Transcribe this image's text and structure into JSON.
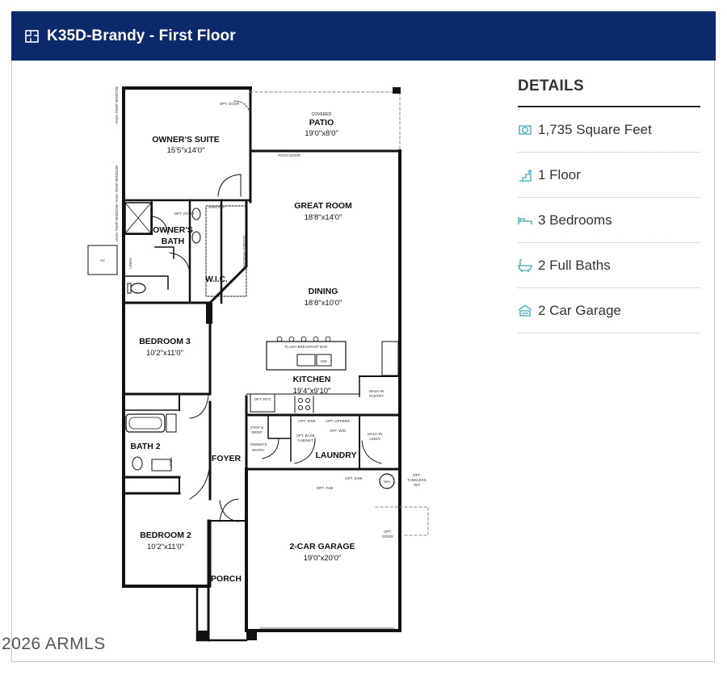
{
  "header": {
    "title": "K35D-Brandy - First Floor",
    "icon": "floorplan-icon",
    "bg_color": "#0c2a6b"
  },
  "details": {
    "heading": "DETAILS",
    "icon_color": "#3aa7b8",
    "items": [
      {
        "icon": "square-feet-icon",
        "label": "1,735 Square Feet"
      },
      {
        "icon": "stairs-icon",
        "label": "1 Floor"
      },
      {
        "icon": "bed-icon",
        "label": "3 Bedrooms"
      },
      {
        "icon": "bath-icon",
        "label": "2 Full Baths"
      },
      {
        "icon": "car-icon",
        "label": "2 Car Garage"
      }
    ]
  },
  "floorplan": {
    "rooms": {
      "owners_suite": {
        "name": "OWNER'S SUITE",
        "dims": "15'5\"x14'0\""
      },
      "patio": {
        "note": "COVERED",
        "name": "PATIO",
        "dims": "19'0\"x8'0\""
      },
      "great_room": {
        "name": "GREAT ROOM",
        "dims": "18'8\"x14'0\""
      },
      "owners_bath": {
        "name_line1": "OWNER'S",
        "name_line2": "BATH"
      },
      "wic": {
        "name": "W.I.C."
      },
      "dining": {
        "name": "DINING",
        "dims": "18'8\"x10'0\""
      },
      "bedroom3": {
        "name": "BEDROOM 3",
        "dims": "10'2\"x11'0\""
      },
      "kitchen": {
        "name": "KITCHEN",
        "dims": "19'4\"x9'10\""
      },
      "bath2": {
        "name": "BATH 2"
      },
      "foyer": {
        "name": "FOYER"
      },
      "laundry": {
        "name": "LAUNDRY"
      },
      "bedroom2": {
        "name": "BEDROOM 2",
        "dims": "10'2\"x11'0\""
      },
      "garage": {
        "name": "2-CAR GARAGE",
        "dims": "19'0\"x20'0\""
      },
      "porch": {
        "name": "PORCH"
      }
    },
    "notes": {
      "patio_door": "PATIO DOOR",
      "opt_door_suite": "OPT. DOOR",
      "flush_breakfast_bar": "FLUSH BREAKFAST BAR",
      "dw": "DW",
      "walk_in_pantry_1": "WALK-IN",
      "walk_in_pantry_2": "PANTRY",
      "opt_rfg": "OPT. RFG",
      "ac": "AC",
      "linen": "LINEN",
      "shelves": "SHELVES",
      "double_hanging": "DOUBLE HANGING",
      "opt_door_bath": "OPT. DOOR",
      "drop_zone_1": "STOP &",
      "drop_zone_2": "DROP",
      "owners_entry_1": "OWNER'S",
      "owners_entry_2": "ENTRY",
      "opt_sink": "OPT. SINK",
      "opt_uppers": "OPT. UPPERS",
      "opt_wd": "OPT. W/D",
      "opt_base_cabinet_1": "OPT. BASE",
      "opt_base_cabinet_2": "CABINET",
      "walk_in_linen_1": "WALK-IN",
      "walk_in_linen_2": "LINEN",
      "wh": "WH",
      "opt_tankless_1": "OPT.",
      "opt_tankless_2": "TANKLESS",
      "opt_tankless_3": "WH",
      "opt_tub": "OPT. TUB",
      "opt_sink_garage": "OPT. SINK",
      "opt_door_garage_1": "OPT.",
      "opt_door_garage_2": "DOOR",
      "high_window_1": "HIGH TEMP WINDOW",
      "high_window_2": "HIGH TEMP WINDOW",
      "high_window_3": "HIGH TEMP WINDOW"
    }
  },
  "copyright": "2026 ARMLS"
}
